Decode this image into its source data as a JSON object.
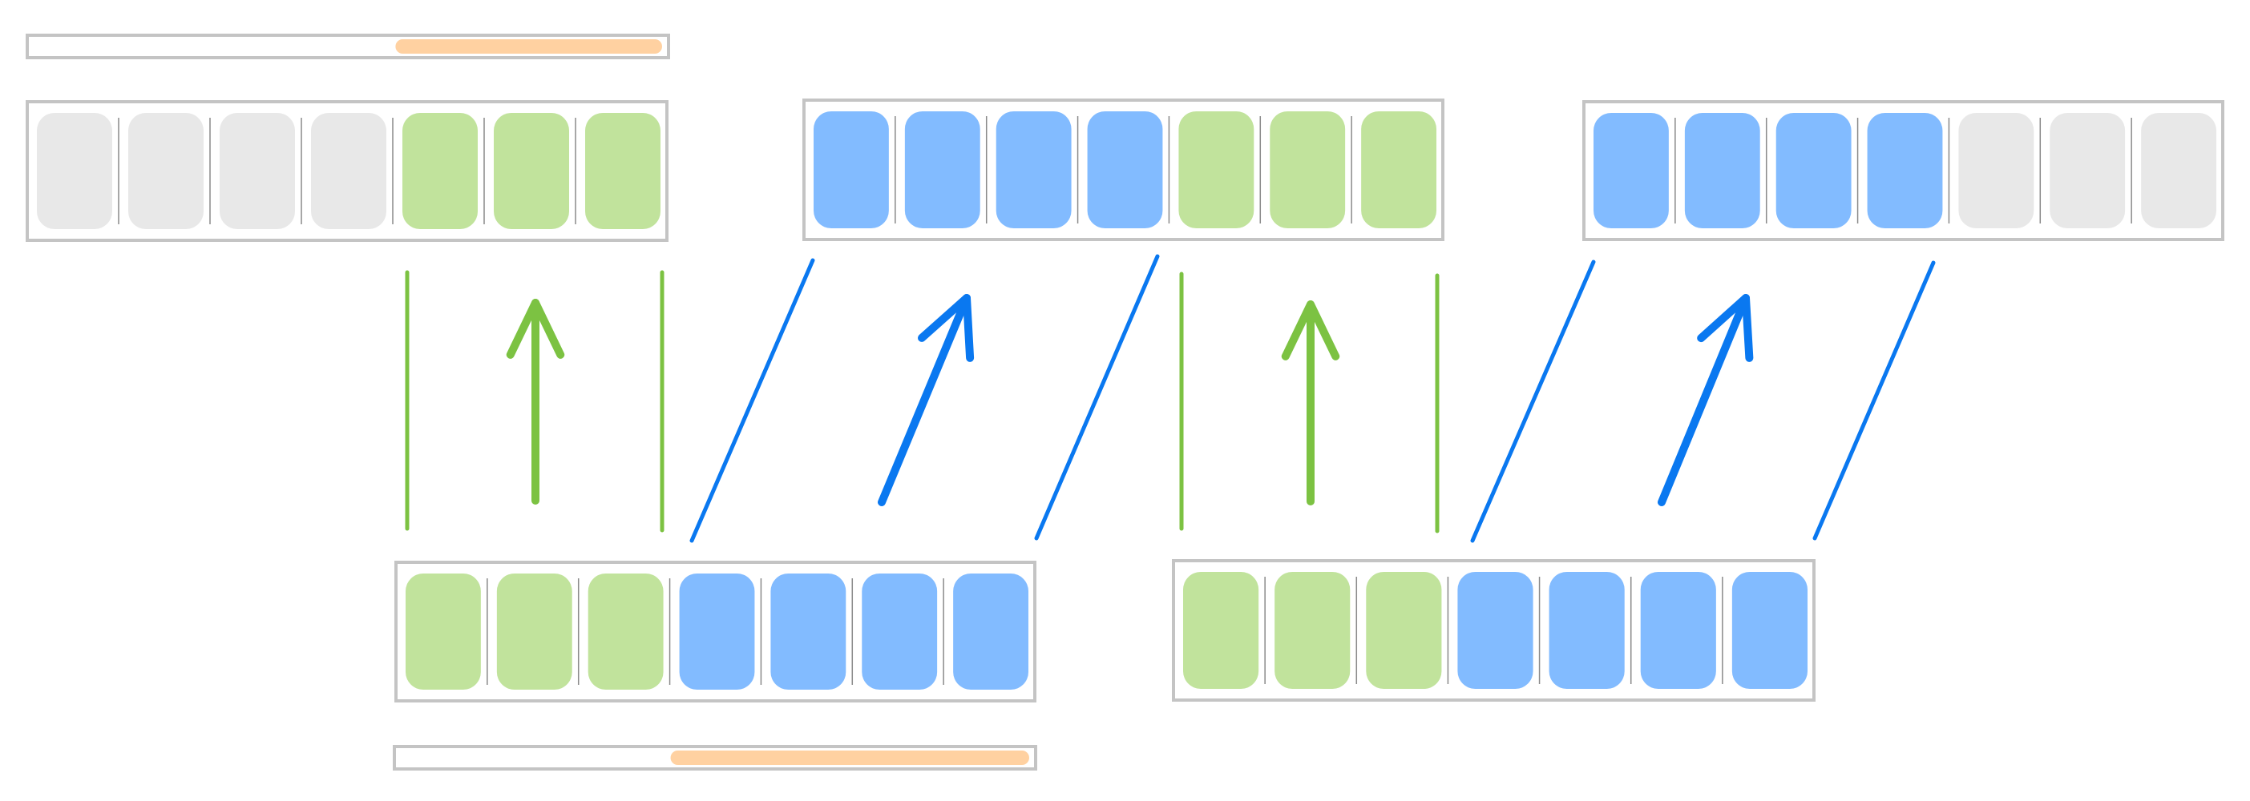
{
  "colors": {
    "empty": "#e8e8e8",
    "first": "#c1e39c",
    "second": "#82bbff",
    "outline": "#c4c4c4",
    "divider": "#8a8a8a",
    "scrollbar_thumb": "#ffd1a1",
    "green_arrow": "#7cc242",
    "blue_arrow": "#0a78f0"
  },
  "top_scrollbar": {
    "thumb_start": 0.575,
    "thumb_end": 1.0
  },
  "bottom_scrollbar": {
    "thumb_start": 0.43,
    "thumb_end": 1.0
  },
  "frames": [
    {
      "id": "top-left",
      "row": "top",
      "cells": [
        "empty",
        "empty",
        "empty",
        "empty",
        "first",
        "first",
        "first"
      ]
    },
    {
      "id": "top-middle",
      "row": "top",
      "cells": [
        "second",
        "second",
        "second",
        "second",
        "first",
        "first",
        "first"
      ]
    },
    {
      "id": "top-right",
      "row": "top",
      "cells": [
        "second",
        "second",
        "second",
        "second",
        "empty",
        "empty",
        "empty"
      ]
    },
    {
      "id": "bottom-left",
      "row": "bottom",
      "cells": [
        "first",
        "first",
        "first",
        "second",
        "second",
        "second",
        "second"
      ]
    },
    {
      "id": "bottom-right",
      "row": "bottom",
      "cells": [
        "first",
        "first",
        "first",
        "second",
        "second",
        "second",
        "second"
      ]
    }
  ],
  "mappings": [
    {
      "from": "bottom-left",
      "to": "top-left",
      "kind": "first",
      "arrow": "green-up-arrow"
    },
    {
      "from": "bottom-left",
      "to": "top-middle",
      "kind": "second",
      "arrow": "blue-diagonal-arrow"
    },
    {
      "from": "bottom-right",
      "to": "top-middle",
      "kind": "first",
      "arrow": "green-up-arrow"
    },
    {
      "from": "bottom-right",
      "to": "top-right",
      "kind": "second",
      "arrow": "blue-diagonal-arrow"
    }
  ]
}
